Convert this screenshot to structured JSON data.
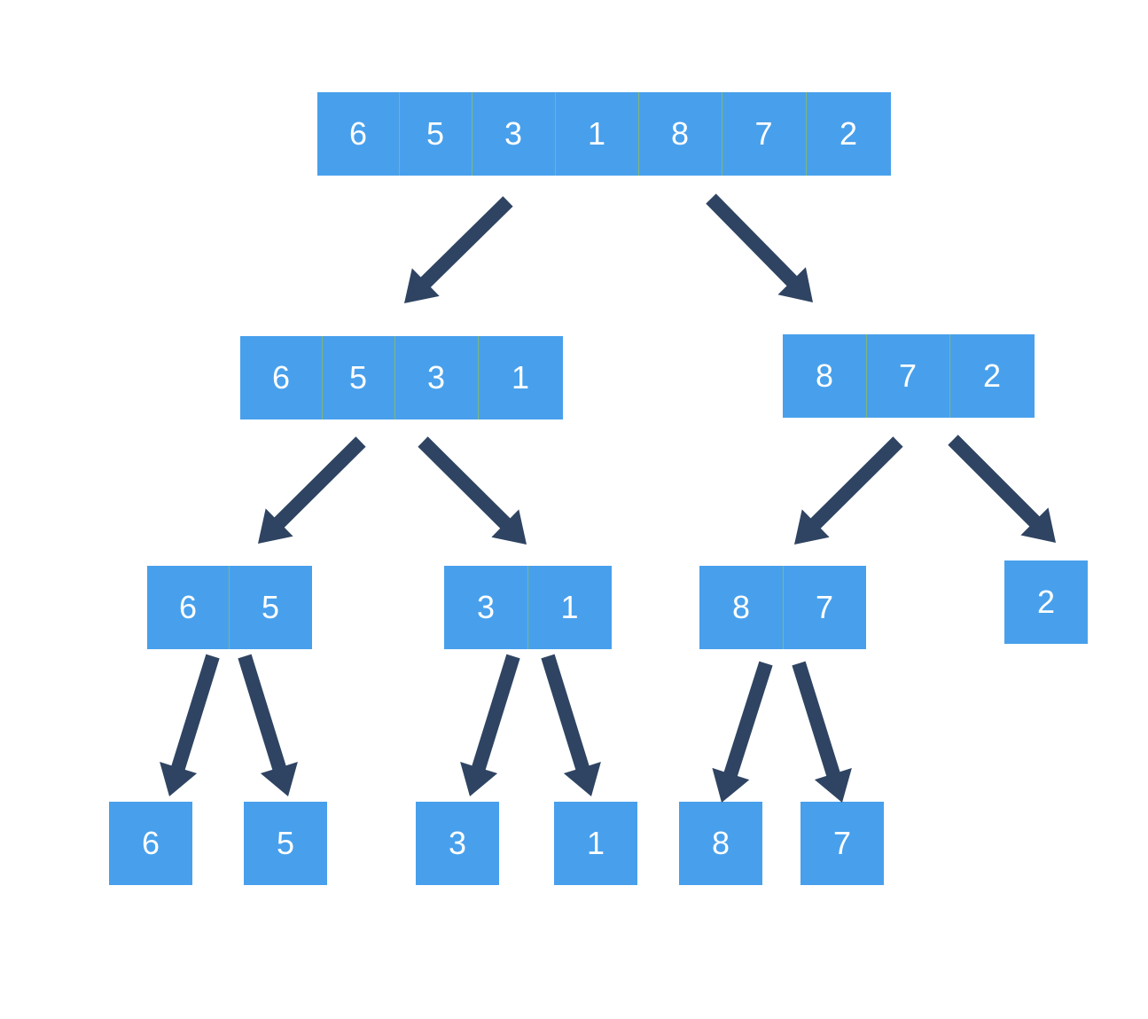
{
  "colors": {
    "cell": "#48A0EC",
    "cell_text": "#ffffff",
    "arrow": "#2F4462",
    "background": "#ffffff"
  },
  "levels": [
    {
      "name": "level-0",
      "arrays": [
        {
          "name": "array-6531872",
          "values": [
            "6",
            "5",
            "3",
            "1",
            "8",
            "7",
            "2"
          ]
        }
      ]
    },
    {
      "name": "level-1",
      "arrays": [
        {
          "name": "array-6531",
          "values": [
            "6",
            "5",
            "3",
            "1"
          ]
        },
        {
          "name": "array-872",
          "values": [
            "8",
            "7",
            "2"
          ]
        }
      ]
    },
    {
      "name": "level-2",
      "arrays": [
        {
          "name": "array-65",
          "values": [
            "6",
            "5"
          ]
        },
        {
          "name": "array-31",
          "values": [
            "3",
            "1"
          ]
        },
        {
          "name": "array-87",
          "values": [
            "8",
            "7"
          ]
        },
        {
          "name": "array-2",
          "values": [
            "2"
          ]
        }
      ]
    },
    {
      "name": "level-3",
      "arrays": [
        {
          "name": "array-6",
          "values": [
            "6"
          ]
        },
        {
          "name": "array-5",
          "values": [
            "5"
          ]
        },
        {
          "name": "array-3",
          "values": [
            "3"
          ]
        },
        {
          "name": "array-1",
          "values": [
            "1"
          ]
        },
        {
          "name": "array-8",
          "values": [
            "8"
          ]
        },
        {
          "name": "array-7",
          "values": [
            "7"
          ]
        }
      ]
    }
  ]
}
